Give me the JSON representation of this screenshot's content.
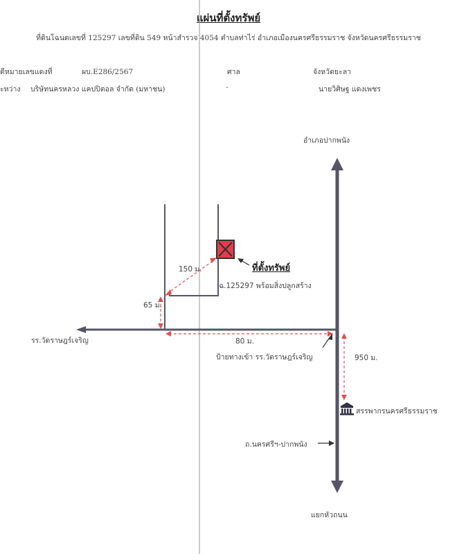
{
  "header": {
    "title": "แผ่นที่ตั้งทรัพย์",
    "subtitle": "ที่ดินโฉนดเลขที่ 125297 เลขที่ดิน 549 หน้าสำรวจ 4054  ตำบลท่าไร่  อำเภอเมืองนครศรีธรรมราช จังหวัดนครศรีธรรมราช"
  },
  "info": {
    "row1": {
      "label": "ตีหมายเลขแดงที่",
      "case_no": "ผบ.E286/2567",
      "court_label": "ศาล",
      "court": "จังหวัดยะลา"
    },
    "row2": {
      "label": "ะหว่าง",
      "plaintiff": "บริษัทนครหลวง แคปปิตอล จำกัด (มหาชน)",
      "sep": "-",
      "defendant": "นายวิศิษฐ แดงเพชร"
    }
  },
  "map": {
    "north_label": "อำเภอปากพนัง",
    "south_label": "แยกหัวถนน",
    "west_road_label": "รร.วัดราษฎร์เจริญ",
    "dist_diag": "150 ม.",
    "dist_vert": "65 ม.",
    "dist_horiz": "80 ม.",
    "dist_main": "950 ม.",
    "site_label": "ที่ตั้งทรัพย์",
    "parcel_label": "ฉ.125297 พร้อมสิ่งปลูกสร้าง",
    "entrance_label": "ป้ายทางเข้า รร.วัดราษฎร์เจริญ",
    "revenue_office": "สรรพากรนครศรีธรรมราช",
    "main_road_label": "ถ.นครศรีฯ-ปากพนัง",
    "icons": [
      "site-marker-icon",
      "government-building-icon",
      "arrow-icon"
    ],
    "colors": {
      "road": "#555566",
      "distance_line": "#e05050",
      "site_marker": "#e23d4b",
      "site_border": "#333333"
    }
  }
}
